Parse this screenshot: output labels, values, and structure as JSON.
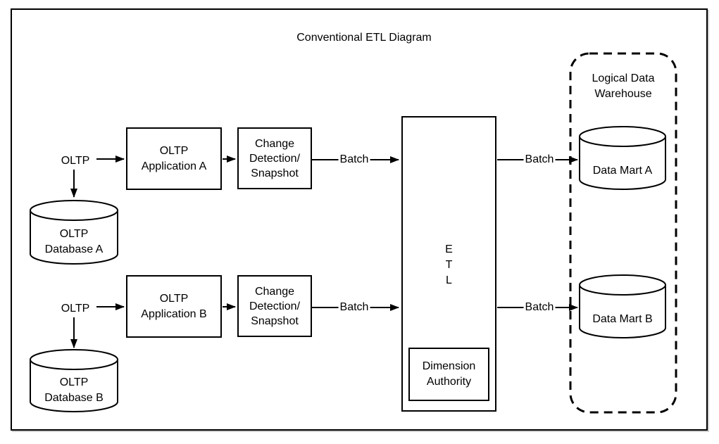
{
  "diagram": {
    "title": "Conventional ETL Diagram",
    "nodes": {
      "oltp_source_a": "OLTP",
      "oltp_source_b": "OLTP",
      "oltp_application_a": "OLTP\nApplication A",
      "oltp_application_b": "OLTP\nApplication B",
      "change_detection_a": "Change\nDetection/\nSnapshot",
      "change_detection_b": "Change\nDetection/\nSnapshot",
      "etl": "E\nT\nL",
      "dimension_authority": "Dimension\nAuthority",
      "oltp_database_a": "OLTP\nDatabase A",
      "oltp_database_b": "OLTP\nDatabase B",
      "data_mart_a": "Data Mart A",
      "data_mart_b": "Data Mart B",
      "logical_data_warehouse": "Logical Data\nWarehouse"
    },
    "edge_labels": {
      "batch_a_to_etl": "Batch",
      "batch_etl_to_mart_a": "Batch",
      "batch_b_to_etl": "Batch",
      "batch_etl_to_mart_b": "Batch"
    },
    "colors": {
      "stroke": "#000000",
      "background": "#ffffff"
    }
  }
}
